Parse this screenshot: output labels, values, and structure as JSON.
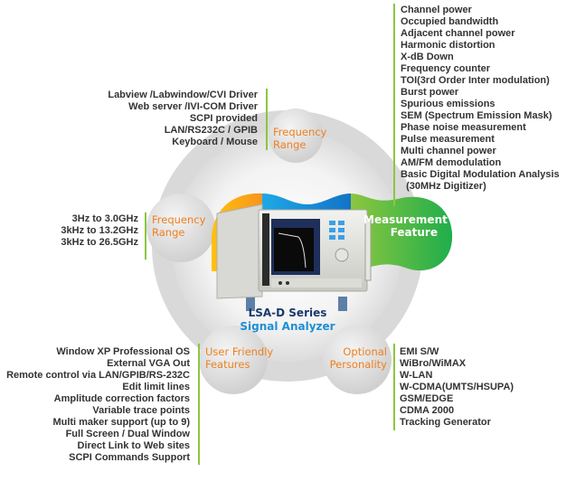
{
  "colors": {
    "accent_orange": "#f07f1d",
    "accent_green": "#8cc63f",
    "text_dark": "#333333",
    "product_title": "#1a3a6b",
    "product_subtitle": "#1e8fd5"
  },
  "product": {
    "series": "LSA-D Series",
    "name": "Signal Analyzer"
  },
  "categories": {
    "interface": {
      "label_line1": "Frequency",
      "label_line2": "Range"
    },
    "frequency": {
      "label_line1": "Frequency",
      "label_line2": "Range"
    },
    "measurement": {
      "label_line1": "Measurement",
      "label_line2": "Feature"
    },
    "user_friendly": {
      "label_line1": "User Friendly",
      "label_line2": "Features"
    },
    "optional": {
      "label_line1": "Optional",
      "label_line2": "Personality"
    }
  },
  "lists": {
    "interface": [
      "Labview /Labwindow/CVI Driver",
      "Web server /IVI-COM Driver",
      "SCPI provided",
      "LAN/RS232C / GPIB",
      "Keyboard / Mouse"
    ],
    "frequency": [
      "3Hz to 3.0GHz",
      "3kHz to 13.2GHz",
      "3kHz to 26.5GHz"
    ],
    "measurement": [
      "Channel power",
      "Occupied bandwidth",
      "Adjacent channel power",
      "Harmonic distortion",
      "X-dB Down",
      "Frequency counter",
      "TOI(3rd Order Inter modulation)",
      "Burst power",
      "Spurious emissions",
      "SEM (Spectrum Emission Mask)",
      "Phase noise measurement",
      "Pulse measurement",
      "Multi channel power",
      "AM/FM demodulation",
      "Basic Digital Modulation Analysis",
      "  (30MHz Digitizer)"
    ],
    "user_friendly": [
      "Window XP Professional OS",
      "External VGA Out",
      "Remote control via LAN/GPIB/RS-232C",
      "Edit limit lines",
      "Amplitude correction factors",
      "Variable trace points",
      "Multi maker support (up to 9)",
      "Full Screen / Dual Window",
      "Direct Link to Web sites",
      "SCPI Commands Support"
    ],
    "optional": [
      "EMI S/W",
      "WiBro/WiMAX",
      "W-LAN",
      "W-CDMA(UMTS/HSUPA)",
      "GSM/EDGE",
      "CDMA 2000",
      "Tracking Generator"
    ]
  }
}
